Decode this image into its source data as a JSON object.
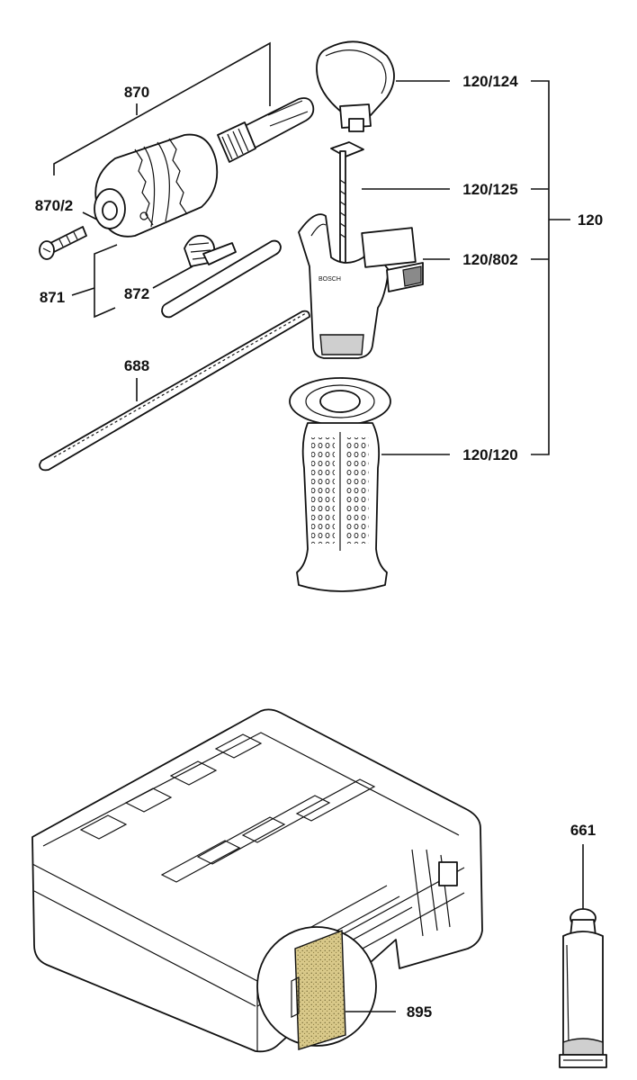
{
  "labels": {
    "p870": "870",
    "p870_2": "870/2",
    "p871": "871",
    "p872": "872",
    "p688": "688",
    "p120_124": "120/124",
    "p120_125": "120/125",
    "p120": "120",
    "p120_802": "120/802",
    "p120_120": "120/120",
    "p661": "661",
    "p895": "895"
  }
}
